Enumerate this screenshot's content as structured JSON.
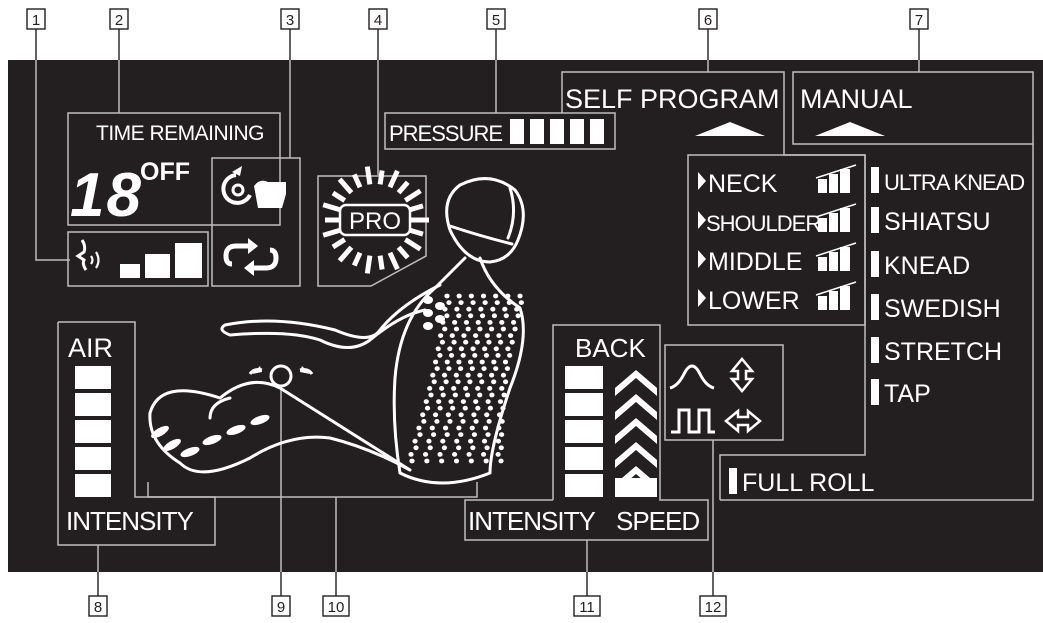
{
  "colors": {
    "panel": "#231f20",
    "lcd": "#ffffff",
    "frame": "#bdbdbd",
    "paper": "#ffffff"
  },
  "callouts": [
    "1",
    "2",
    "3",
    "4",
    "5",
    "6",
    "7",
    "8",
    "9",
    "10",
    "11",
    "12"
  ],
  "time": {
    "title": "TIME REMAINING",
    "digits": "18",
    "off": "OFF"
  },
  "voice": {
    "icon": "voice-icon",
    "level_bars": 3
  },
  "mode_icons": [
    "auto-program-hand-icon",
    "repeat-icon"
  ],
  "pro": {
    "label": "PRO"
  },
  "pressure": {
    "label": "PRESSURE",
    "level_bars": 5
  },
  "self_program": {
    "title": "SELF PROGRAM",
    "items": [
      "NECK",
      "SHOULDER",
      "MIDDLE",
      "LOWER"
    ]
  },
  "manual": {
    "title": "MANUAL",
    "items": [
      "ULTRA KNEAD",
      "SHIATSU",
      "KNEAD",
      "SWEDISH",
      "STRETCH",
      "TAP"
    ],
    "full_roll": "FULL ROLL"
  },
  "air": {
    "title": "AIR",
    "footer": "INTENSITY",
    "level_bars": 5
  },
  "back": {
    "title": "BACK",
    "intensity_label": "INTENSITY",
    "speed_label": "SPEED",
    "level_bars": 5,
    "speed_chevrons": 5
  },
  "pattern_icons": [
    "wave-pattern-icon",
    "vertical-arrows-icon",
    "pulse-pattern-icon",
    "horizontal-arrows-icon"
  ]
}
